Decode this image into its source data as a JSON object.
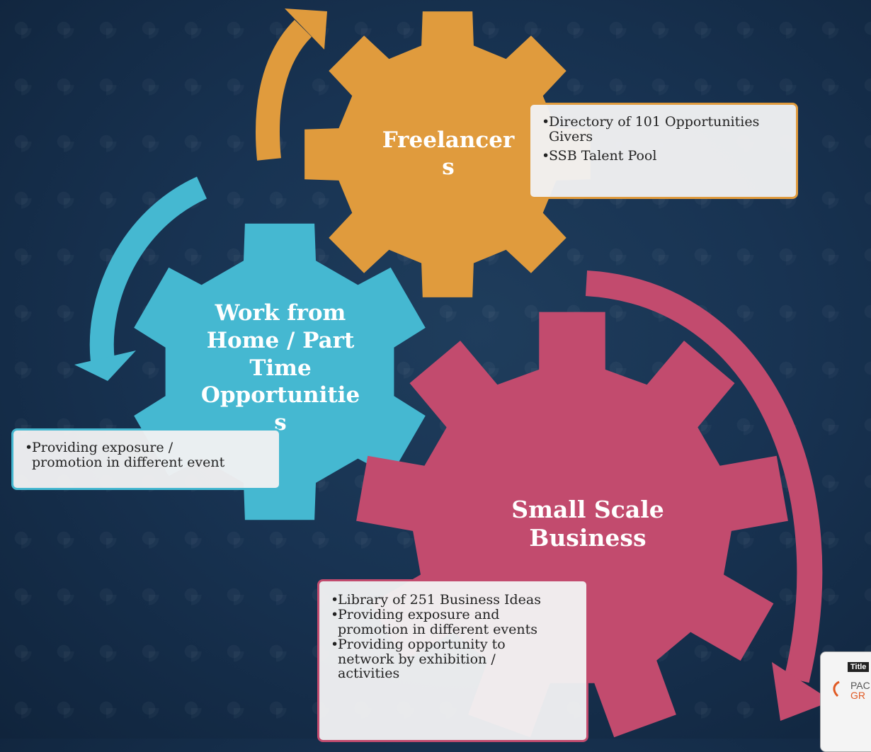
{
  "gears": [
    {
      "id": "freelancers",
      "label": "Freelancer\ns",
      "color": "#e09b3d"
    },
    {
      "id": "work-from-home",
      "label": "Work from\nHome / Part\nTime\nOpportunitie\ns",
      "color": "#45b8d1"
    },
    {
      "id": "small-scale",
      "label": "Small Scale\nBusiness",
      "color": "#c24b6e"
    }
  ],
  "boxes": {
    "freelancers": {
      "items": [
        "Directory of 101 Opportunities Givers",
        "SSB Talent Pool"
      ],
      "border_color": "#e09b3d"
    },
    "work_from_home": {
      "items": [
        "Providing exposure / promotion in different event"
      ],
      "border_color": "#45b8d1"
    },
    "small_scale": {
      "items": [
        "Library of 251 Business Ideas",
        "Providing exposure and promotion in different events",
        "Providing opportunity to network by exhibition / activities"
      ],
      "border_color": "#c24b6e"
    }
  },
  "badge": {
    "title": "Title",
    "line1": "PAC",
    "line2": "GR"
  }
}
